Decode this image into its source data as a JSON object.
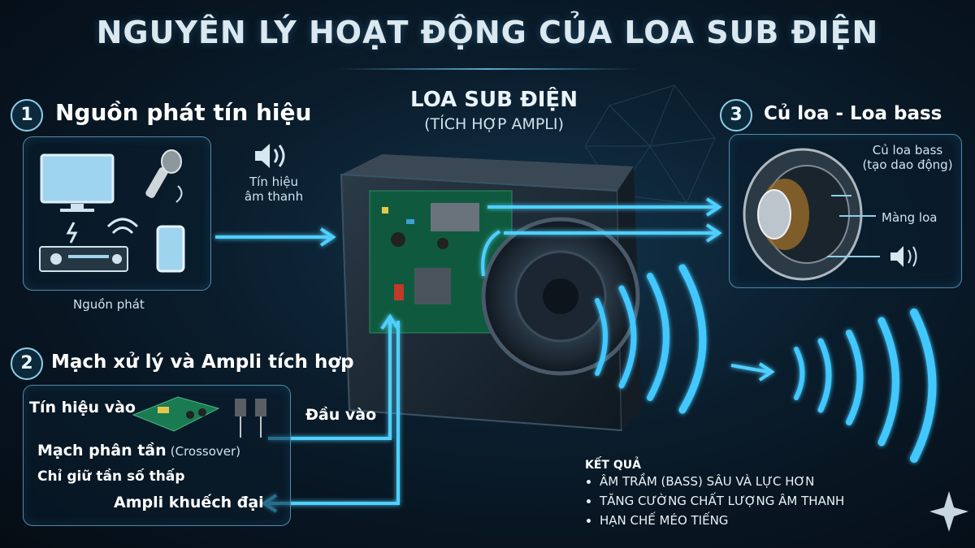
{
  "title": "NGUYÊN LÝ HOẠT ĐỘNG CỦA LOA SUB ĐIỆN",
  "section1": {
    "number": "1",
    "heading": "Nguồn phát tín hiệu",
    "panel_caption": "Nguồn phát",
    "signal_label_line1": "Tín hiệu",
    "signal_label_line2": "âm thanh",
    "icons": [
      "tv-icon",
      "microphone-icon",
      "lightning-icon",
      "wifi-icon",
      "receiver-icon",
      "phone-icon",
      "speaker-sound-icon"
    ]
  },
  "center": {
    "title": "LOA SUB ĐIỆN",
    "subtitle": "(TÍCH HỢP AMPLI)"
  },
  "section2": {
    "number": "2",
    "heading": "Mạch xử lý và Ampli tích hợp",
    "input_signal": "Tín hiệu vào",
    "crossover_main": "Mạch phân tần",
    "crossover_sub": "(Crossover)",
    "low_freq": "Chỉ giữ tần số thấp",
    "amplifier": "Ampli khuếch đại",
    "input_label": "Đầu vào"
  },
  "section3": {
    "number": "3",
    "heading": "Củ loa - Loa bass",
    "driver_label_line1": "Củ loa bass",
    "driver_label_line2": "(tạo dao động)",
    "cone_label": "Màng loa"
  },
  "result": {
    "title": "KẾT QUẢ",
    "items": [
      "ÂM TRẦM (BASS) SÂU VÀ LỰC HƠN",
      "TĂNG CƯỜNG CHẤT LƯỢNG ÂM THANH",
      "HẠN CHẾ MÉO TIẾNG"
    ]
  },
  "colors": {
    "accent": "#4fd0ff",
    "panel_border": "#4f8aa8",
    "background": "#0a1c2b"
  }
}
